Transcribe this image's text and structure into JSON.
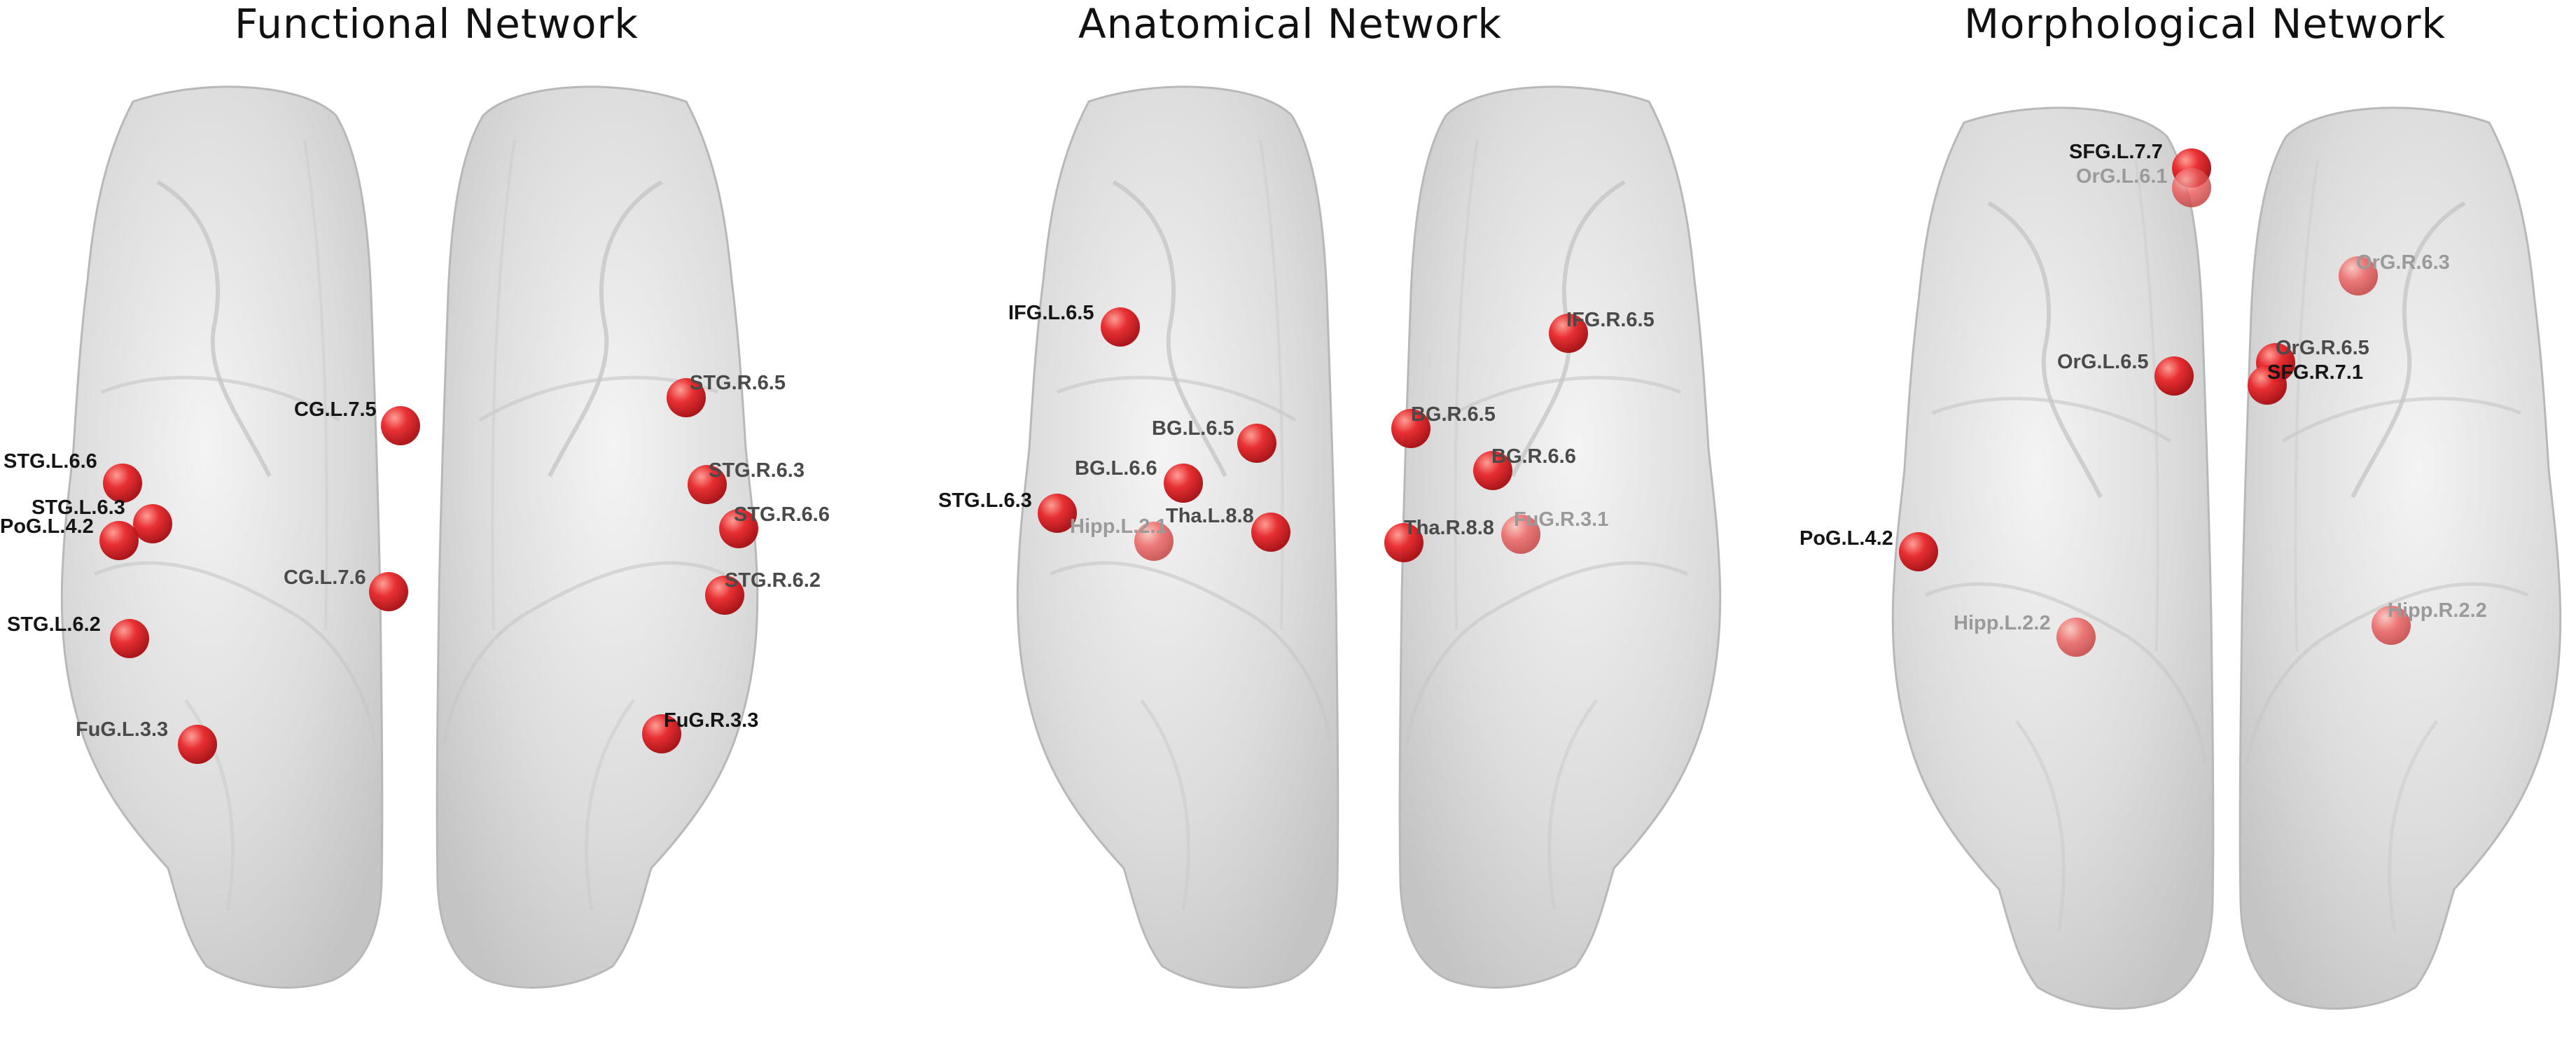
{
  "panels": [
    {
      "title": "Functional  Network",
      "nodes": [
        {
          "label": "CG.L.7.5",
          "tone": "dark"
        },
        {
          "label": "STG.L.6.6",
          "tone": "dark"
        },
        {
          "label": "STG.L.6.3",
          "tone": "dark"
        },
        {
          "label": "PoG.L.4.2",
          "tone": "dark"
        },
        {
          "label": "STG.L.6.2",
          "tone": "dark"
        },
        {
          "label": "CG.L.7.6",
          "tone": "mid"
        },
        {
          "label": "FuG.L.3.3",
          "tone": "mid"
        },
        {
          "label": "STG.R.6.5",
          "tone": "mid"
        },
        {
          "label": "STG.R.6.3",
          "tone": "mid"
        },
        {
          "label": "STG.R.6.6",
          "tone": "mid"
        },
        {
          "label": "STG.R.6.2",
          "tone": "mid"
        },
        {
          "label": "FuG.R.3.3",
          "tone": "dark"
        }
      ]
    },
    {
      "title": "Anatomical  Network",
      "nodes": [
        {
          "label": "IFG.L.6.5",
          "tone": "dark"
        },
        {
          "label": "BG.L.6.5",
          "tone": "mid"
        },
        {
          "label": "BG.L.6.6",
          "tone": "mid"
        },
        {
          "label": "STG.L.6.3",
          "tone": "dark"
        },
        {
          "label": "Hipp.L.2.1",
          "tone": "light"
        },
        {
          "label": "Tha.L.8.8",
          "tone": "mid"
        },
        {
          "label": "IFG.R.6.5",
          "tone": "mid"
        },
        {
          "label": "BG.R.6.5",
          "tone": "mid"
        },
        {
          "label": "BG.R.6.6",
          "tone": "mid"
        },
        {
          "label": "Tha.R.8.8",
          "tone": "mid"
        },
        {
          "label": "FuG.R.3.1",
          "tone": "light"
        }
      ]
    },
    {
      "title": "Morphological  Network",
      "nodes": [
        {
          "label": "SFG.L.7.7",
          "tone": "dark"
        },
        {
          "label": "OrG.L.6.1",
          "tone": "light"
        },
        {
          "label": "OrG.L.6.5",
          "tone": "mid"
        },
        {
          "label": "OrG.R.6.3",
          "tone": "light"
        },
        {
          "label": "OrG.R.6.5",
          "tone": "mid"
        },
        {
          "label": "SFG.R.7.1",
          "tone": "dark"
        },
        {
          "label": "PoG.L.4.2",
          "tone": "dark"
        },
        {
          "label": "Hipp.L.2.2",
          "tone": "light"
        },
        {
          "label": "Hipp.R.2.2",
          "tone": "light"
        }
      ]
    }
  ],
  "colors": {
    "node": "#e0141a",
    "node_highlight": "#ff8a80",
    "brain_fill": "#d9d9d9",
    "brain_edge": "#bdbdbd",
    "label_dark": "#151515",
    "label_mid": "#4a4a4a",
    "label_light": "#9a9a9a"
  }
}
